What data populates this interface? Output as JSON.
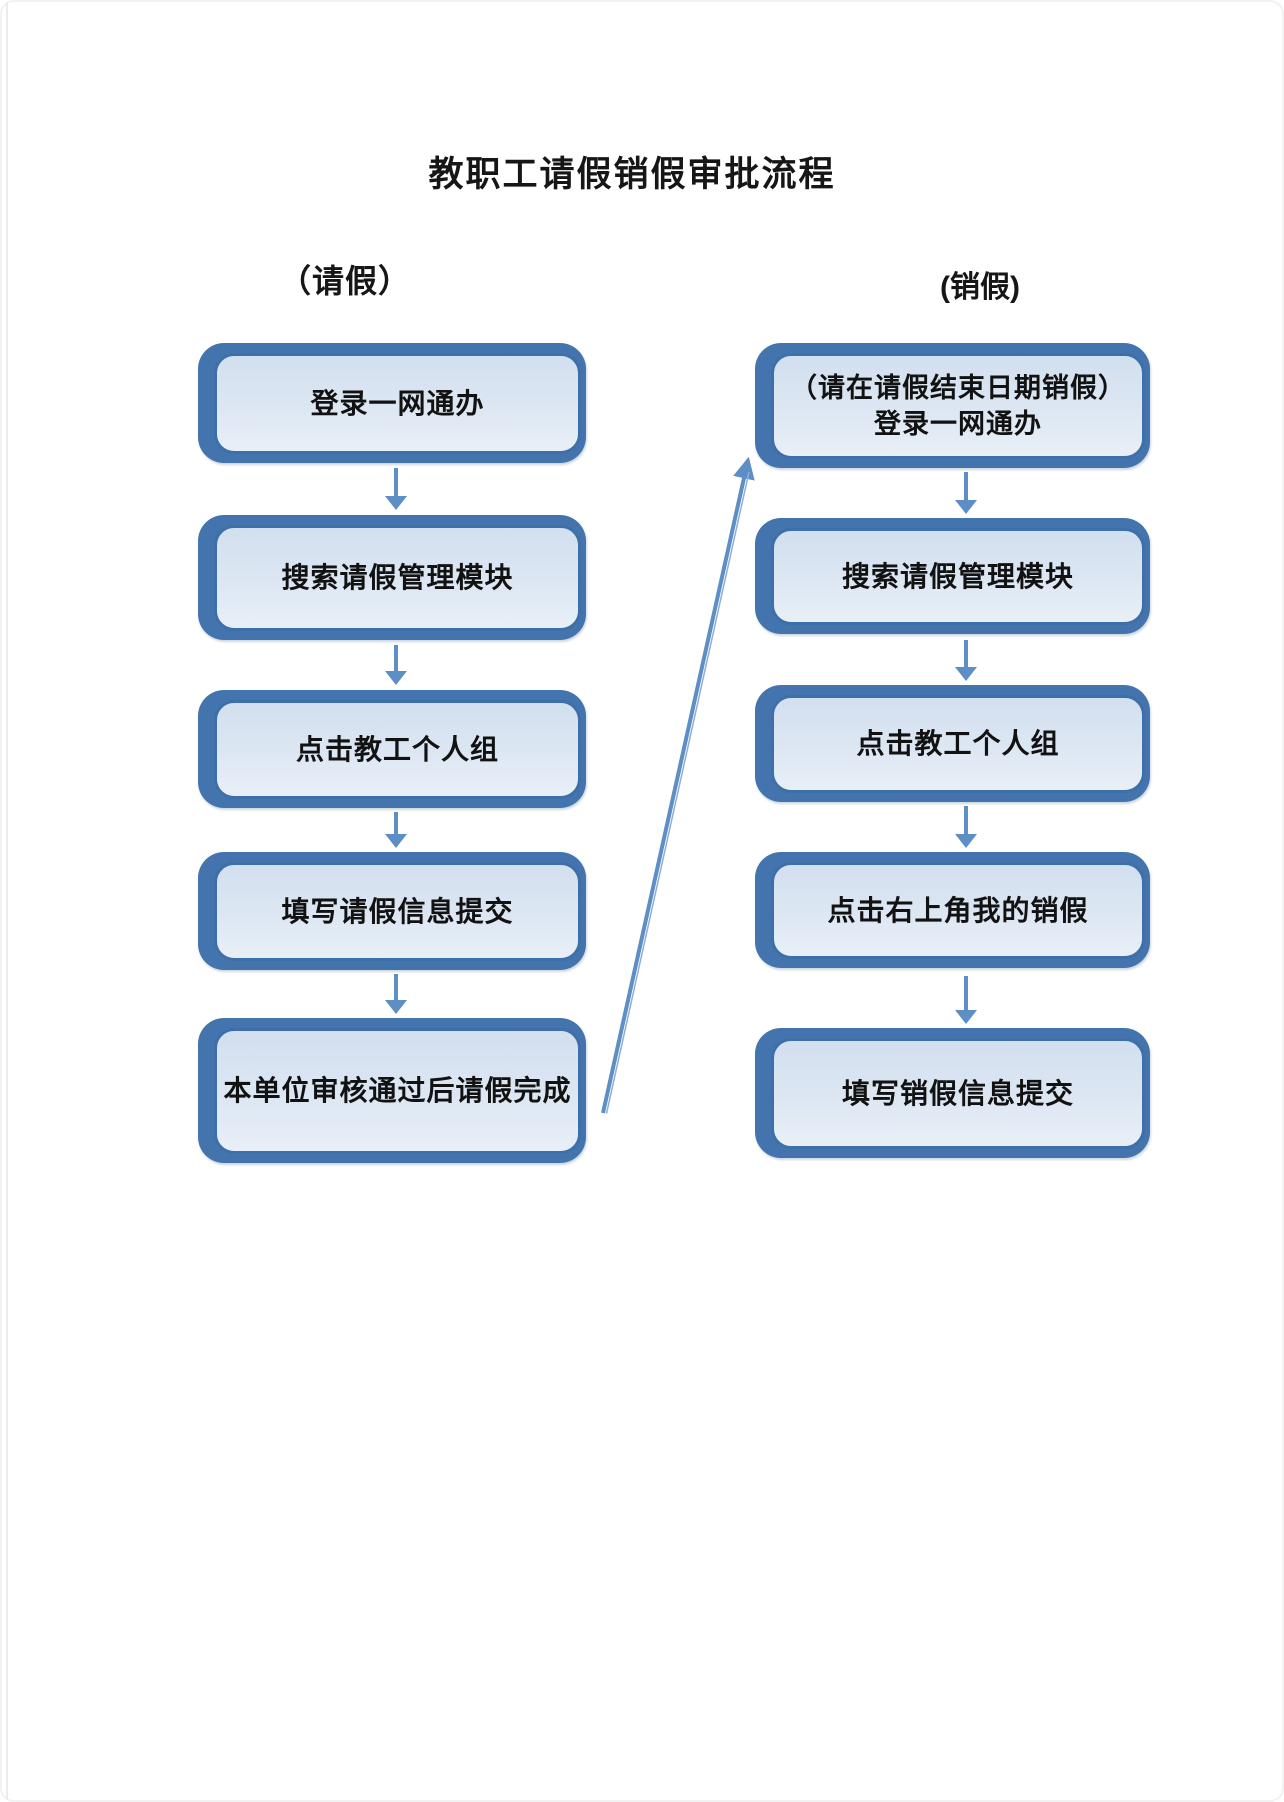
{
  "page": {
    "title": "教职工请假销假审批流程"
  },
  "colors": {
    "box_plate": "#4474ae",
    "box_border": "#3f6fa9",
    "box_fill": "#dde7f3",
    "arrow": "#5d8ec6",
    "text": "#121212"
  },
  "left_column": {
    "header": "（请假）",
    "steps": [
      [
        "登录一网通办"
      ],
      [
        "搜索请假管理模块"
      ],
      [
        "点击教工个人组"
      ],
      [
        "填写请假信息提交"
      ],
      [
        "本单位审核通过后请假完成"
      ]
    ]
  },
  "right_column": {
    "header": "(销假)",
    "steps": [
      [
        "（请在请假结束日期销假）",
        "登录一网通办"
      ],
      [
        "搜索请假管理模块"
      ],
      [
        "点击教工个人组"
      ],
      [
        "点击右上角我的销假"
      ],
      [
        "填写销假信息提交"
      ]
    ]
  }
}
